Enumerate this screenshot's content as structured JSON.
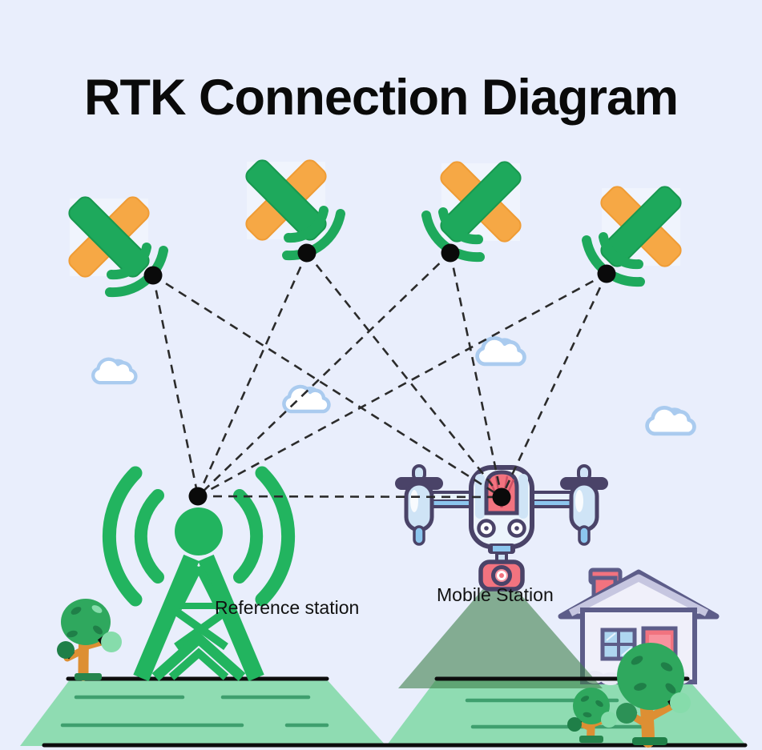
{
  "title": "RTK Connection Diagram",
  "labels": {
    "reference_station": "Reference station",
    "mobile_station": "Mobile Station"
  },
  "diagram": {
    "satellites": [
      {
        "id": "satellite-1",
        "orientation": "waves-right"
      },
      {
        "id": "satellite-2",
        "orientation": "waves-right"
      },
      {
        "id": "satellite-3",
        "orientation": "waves-left"
      },
      {
        "id": "satellite-4",
        "orientation": "waves-left"
      }
    ],
    "stations": [
      {
        "id": "reference-station",
        "type": "radio-tower"
      },
      {
        "id": "mobile-station",
        "type": "drone"
      }
    ],
    "links": [
      {
        "from": "satellite-1",
        "to": "reference-station",
        "style": "dashed"
      },
      {
        "from": "satellite-1",
        "to": "mobile-station",
        "style": "dashed"
      },
      {
        "from": "satellite-2",
        "to": "reference-station",
        "style": "dashed"
      },
      {
        "from": "satellite-2",
        "to": "mobile-station",
        "style": "dashed"
      },
      {
        "from": "satellite-3",
        "to": "reference-station",
        "style": "dashed"
      },
      {
        "from": "satellite-3",
        "to": "mobile-station",
        "style": "dashed"
      },
      {
        "from": "satellite-4",
        "to": "reference-station",
        "style": "dashed"
      },
      {
        "from": "satellite-4",
        "to": "mobile-station",
        "style": "dashed"
      },
      {
        "from": "reference-station",
        "to": "mobile-station",
        "style": "dashed"
      }
    ],
    "cloud_count": 4,
    "tree_count": 3,
    "house_count": 1
  },
  "colors": {
    "sky": "#e9eefc",
    "satellite_green": "#1ea95c",
    "satellite_orange": "#f6a845",
    "tower_green": "#22b45f",
    "hill_green": "#8fdcb2",
    "hill_dash_green": "#3f9f6e",
    "mountain_green": "rgba(64,128,75,0.6)",
    "dashed_line": "#2b2b2b",
    "dot_black": "#0a0a0a",
    "cloud_stroke": "#aacbef",
    "drone_outline": "#4a4368",
    "drone_light_blue": "#cfe4f6",
    "drone_accent_red": "#f2737f",
    "house_outline": "#5d5d89",
    "house_wall": "#f0f0fa",
    "window_blue": "#aed6f0",
    "trunk_orange": "#dd8f33",
    "tree_green": "#2fa85e",
    "tree_dark_green": "#1f7f48",
    "tree_light_green": "#86dcab"
  }
}
